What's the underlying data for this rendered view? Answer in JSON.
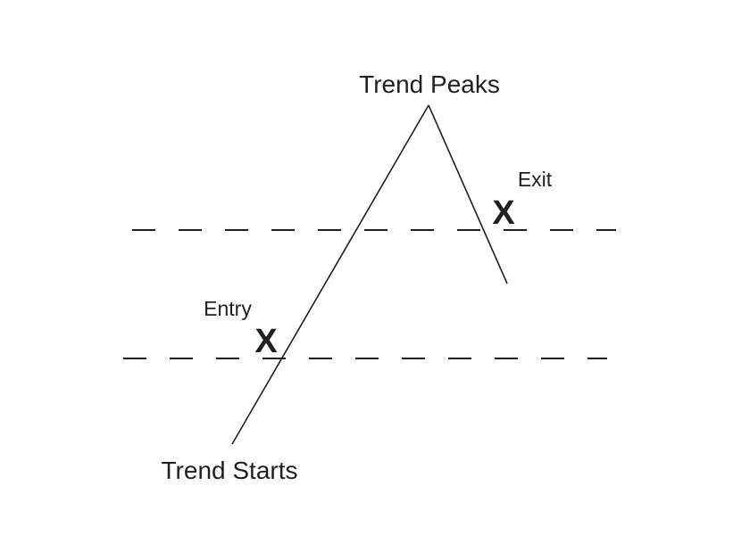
{
  "diagram": {
    "labels": {
      "trend_peaks": "Trend Peaks",
      "trend_starts": "Trend Starts",
      "entry": "Entry",
      "exit": "Exit"
    },
    "markers": {
      "entry_mark": "X",
      "exit_mark": "X"
    },
    "colors": {
      "ink": "#231f20",
      "background": "#ffffff"
    }
  }
}
